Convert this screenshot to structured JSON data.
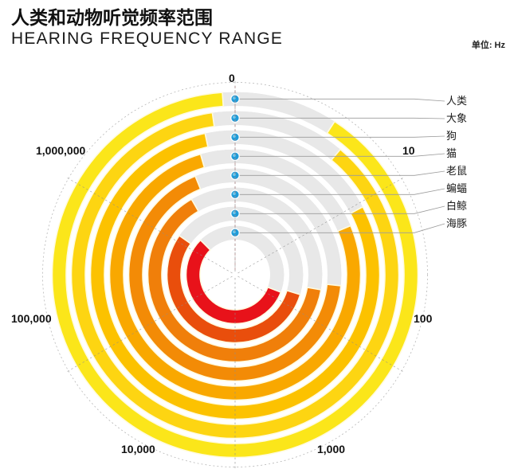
{
  "header": {
    "title_cn": "人类和动物听觉频率范围",
    "title_en": "HEARING FREQUENCY RANGE",
    "unit": "单位: Hz"
  },
  "legend": {
    "items": [
      {
        "label": "人类"
      },
      {
        "label": "大象"
      },
      {
        "label": "狗"
      },
      {
        "label": "猫"
      },
      {
        "label": "老鼠"
      },
      {
        "label": "蝙蝠"
      },
      {
        "label": "白鲸"
      },
      {
        "label": "海豚"
      }
    ]
  },
  "scale_labels": {
    "zero": "0",
    "ten": "10",
    "hundred": "100",
    "thousand": "1,000",
    "ten_thousand": "10,000",
    "hundred_thousand": "100,000",
    "million": "1,000,000"
  },
  "chart_data": {
    "type": "bar",
    "title": "人类和动物听觉频率范围 / HEARING FREQUENCY RANGE",
    "subtitle": "单位: Hz",
    "xlabel": "",
    "ylabel": "Hz",
    "layout": "radial-polar-log",
    "angular_scale": "logarithmic",
    "angular_ticks": [
      "0",
      "10",
      "100",
      "1,000",
      "10,000",
      "100,000",
      "1,000,000"
    ],
    "angular_tick_degrees": [
      0,
      60,
      120,
      180,
      240,
      300,
      360
    ],
    "grid": true,
    "legend_position": "right",
    "track_color": "#e8e8e8",
    "start_marker_color": "#1f9bd8",
    "categories": [
      "人类",
      "大象",
      "狗",
      "猫",
      "老鼠",
      "蝙蝠",
      "白鲸",
      "海豚"
    ],
    "series": [
      {
        "name": "听觉频率范围",
        "unit": "Hz",
        "ring_order_inner_to_outer": [
          "人类",
          "大象",
          "狗",
          "猫",
          "老鼠",
          "蝙蝠",
          "白鲸",
          "海豚"
        ],
        "values": [
          {
            "category": "人类",
            "min_hz": 20,
            "max_hz": 20000,
            "color": "#e8121a",
            "ring": 1,
            "start_deg": 111,
            "end_deg": 315
          },
          {
            "category": "大象",
            "min_hz": 16,
            "max_hz": 12000,
            "color": "#e94e0c",
            "ring": 2,
            "start_deg": 107,
            "end_deg": 305
          },
          {
            "category": "狗",
            "min_hz": 67,
            "max_hz": 45000,
            "color": "#f07f0a",
            "ring": 3,
            "start_deg": 100,
            "end_deg": 330
          },
          {
            "category": "猫",
            "min_hz": 45,
            "max_hz": 64000,
            "color": "#f38b06",
            "ring": 4,
            "start_deg": 96,
            "end_deg": 338
          },
          {
            "category": "老鼠",
            "min_hz": 1000,
            "max_hz": 91000,
            "color": "#f9a800",
            "ring": 5,
            "start_deg": 67,
            "end_deg": 344
          },
          {
            "category": "蝙蝠",
            "min_hz": 2000,
            "max_hz": 110000,
            "color": "#fcc200",
            "ring": 6,
            "start_deg": 62,
            "end_deg": 348
          },
          {
            "category": "白鲸",
            "min_hz": 1000,
            "max_hz": 123000,
            "color": "#fdd512",
            "ring": 7,
            "start_deg": 40,
            "end_deg": 352
          },
          {
            "category": "海豚",
            "min_hz": 75,
            "max_hz": 150000,
            "color": "#fbe61a",
            "ring": 8,
            "start_deg": 33,
            "end_deg": 356
          }
        ]
      }
    ]
  }
}
